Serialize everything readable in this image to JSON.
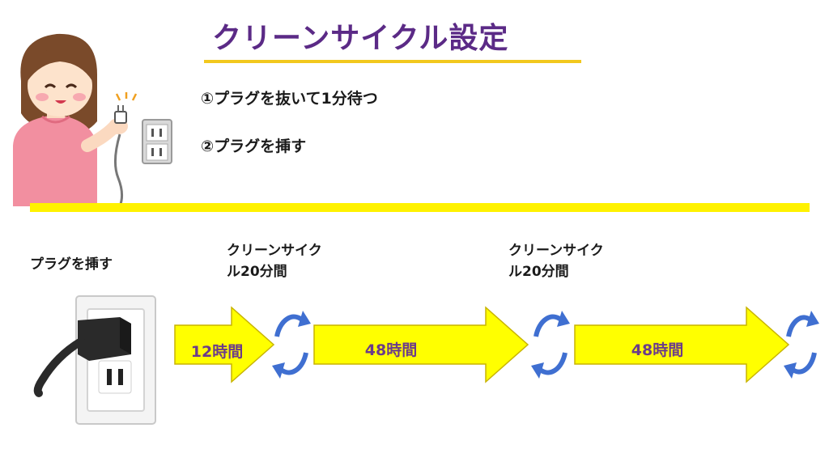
{
  "header": {
    "title": "クリーンサイクル設定",
    "steps": [
      "①プラグを抜いて1分待つ",
      "②プラグを挿す"
    ]
  },
  "timeline": {
    "start_label": "プラグを挿す",
    "cycle_label_line1": "クリーンサイク",
    "cycle_label_line2": "ル20分間",
    "intervals": [
      "12時間",
      "48時間",
      "48時間"
    ]
  },
  "colors": {
    "title": "#5b2a86",
    "underline": "#f2c81e",
    "divider": "#fff200",
    "arrow_fill": "#ffff00",
    "cycle_icon": "#3f6fd1",
    "interval_text": "#6b3b8a"
  },
  "icons": [
    "woman-unplugging-illustration",
    "wall-outlet-icon",
    "plug-outlet-illustration",
    "cycle-refresh-icon"
  ]
}
